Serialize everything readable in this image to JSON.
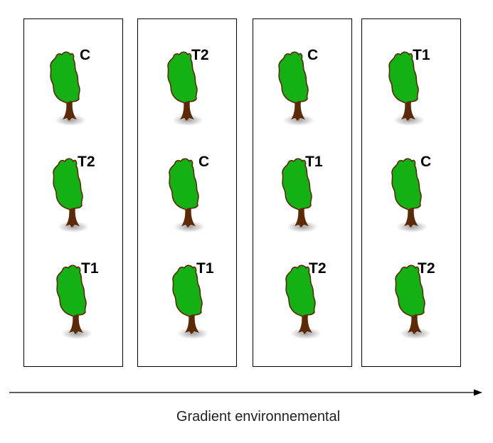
{
  "blocks": [
    {
      "treatments": [
        "C",
        "T2",
        "T1"
      ]
    },
    {
      "treatments": [
        "T2",
        "C",
        "T1"
      ]
    },
    {
      "treatments": [
        "C",
        "T1",
        "T2"
      ]
    },
    {
      "treatments": [
        "T1",
        "C",
        "T2"
      ]
    }
  ],
  "gradient_label": "Gradient environnemental",
  "colors": {
    "foliage": "#13b113",
    "foliage_outline": "#5a2a0a",
    "trunk": "#5c2a06",
    "shadow": "#9a9a9a",
    "border": "#000000"
  },
  "icons": [
    "tree-icon",
    "arrow-right-icon"
  ]
}
